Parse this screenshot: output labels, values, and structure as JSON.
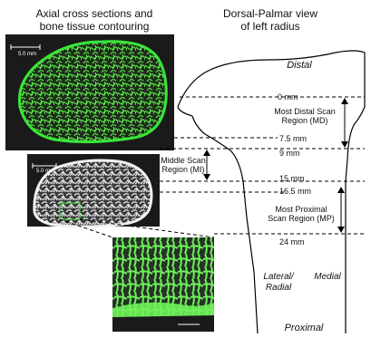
{
  "headers": {
    "left_line1": "Axial cross sections and",
    "left_line2": "bone tissue contouring",
    "right_line1": "Dorsal-Palmar view",
    "right_line2": "of left radius"
  },
  "panels": {
    "distal_scalebar": "5.0 mm",
    "middle_scalebar": "5.0 mm"
  },
  "bone_labels": {
    "distal": "Distal",
    "proximal": "Proximal",
    "lateral_line1": "Lateral/",
    "lateral_line2": "Radial",
    "medial": "Medial"
  },
  "distances": {
    "d0": "0 mm",
    "d7_5": "7.5 mm",
    "d9": "9 mm",
    "d15": "15 mm",
    "d16_5": "16.5 mm",
    "d24": "24 mm"
  },
  "regions": {
    "md_line1": "Most Distal Scan",
    "md_line2": "Region (MD)",
    "mi_line1": "Middle Scan",
    "mi_line2": "Region (MI)",
    "mp_line1": "Most Proximal",
    "mp_line2": "Scan Region (MP)"
  },
  "colors": {
    "contour": "#39e639",
    "panel_bg": "#1a1a1a"
  }
}
